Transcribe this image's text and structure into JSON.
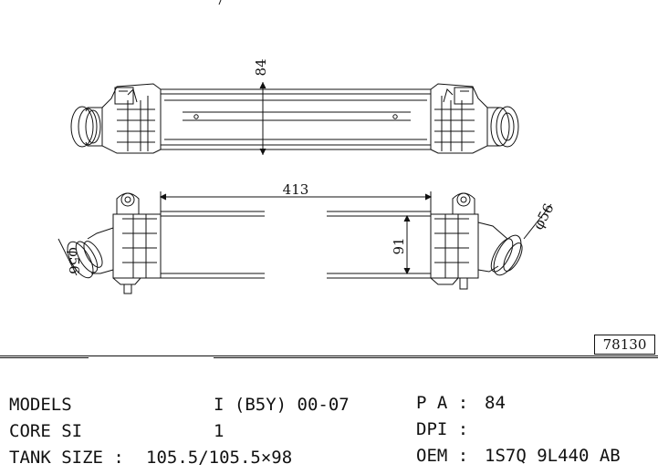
{
  "drawing": {
    "dimensions": {
      "core_height_top": "84",
      "overall_length": "413",
      "core_height_side": "91",
      "pipe_diameter_right": "φ56",
      "pipe_diameter_left": "φ56"
    }
  },
  "part_number": "78130",
  "specs": {
    "models_label": "MODELS",
    "models_value": "I (B5Y) 00-07",
    "core_size_label": "CORE SI",
    "core_size_value": "1",
    "tank_size_label": "TANK SIZE :",
    "tank_size_value": "105.5/105.5×98",
    "pa_label": "P A :",
    "pa_value": "84",
    "dpi_label": "DPI :",
    "dpi_value": "",
    "oem_label": "OEM :",
    "oem_value": "1S7Q 9L440 AB"
  }
}
